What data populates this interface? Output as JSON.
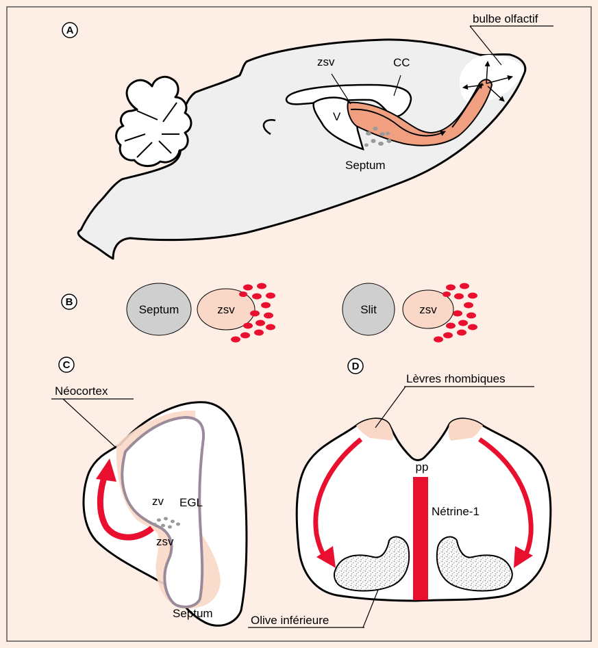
{
  "colors": {
    "background": "#fdeee6",
    "brain_fill": "#efefef",
    "outline": "#000000",
    "migration_stream": "#f0a080",
    "red_arrow": "#e8102e",
    "nucleus_gray": "#cfcfcf",
    "zsv_fill": "#f9d8c8",
    "ventricle_line": "#9a8a9a",
    "speckle": "#999999"
  },
  "panels": {
    "a": {
      "letter": "A",
      "labels": {
        "bulbe_olfactif": "bulbe olfactif",
        "zsv": "zsv",
        "cc": "CC",
        "v": "V",
        "septum": "Septum"
      }
    },
    "b": {
      "letter": "B",
      "left": {
        "source": "Septum",
        "target": "zsv"
      },
      "right": {
        "source": "Slit",
        "target": "zsv"
      }
    },
    "c": {
      "letter": "C",
      "labels": {
        "neocortex": "Néocortex",
        "zv": "zv",
        "egl": "EGL",
        "zsv": "zsv",
        "septum": "Septum"
      }
    },
    "d": {
      "letter": "D",
      "labels": {
        "levres_rhombiques": "Lèvres rhombiques",
        "pp": "pp",
        "netrine": "Nétrine-1",
        "olive": "Olive inférieure"
      }
    }
  }
}
